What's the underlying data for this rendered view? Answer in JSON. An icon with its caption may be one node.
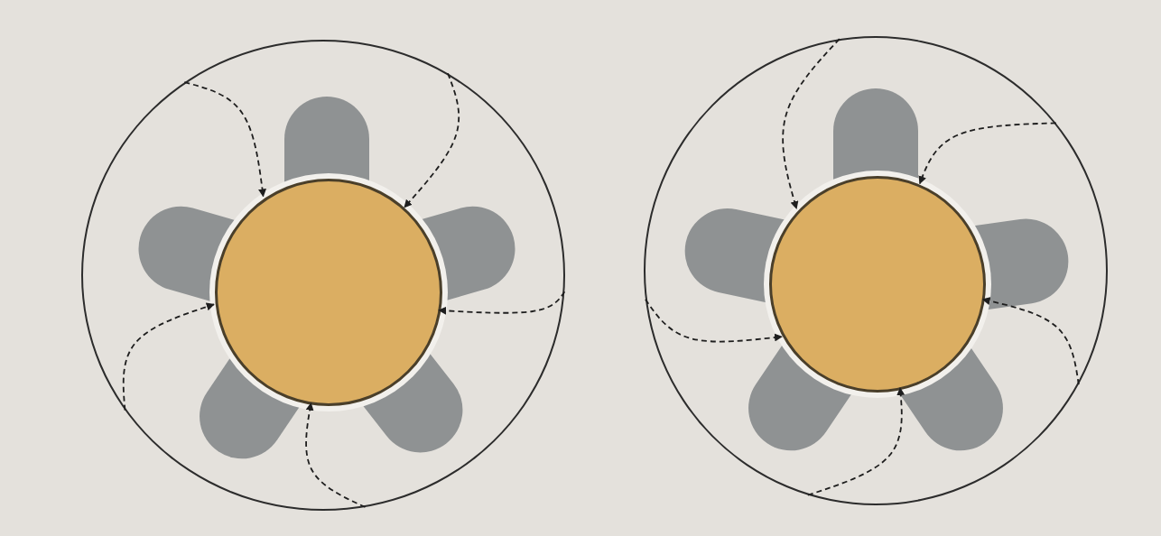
{
  "diagram": {
    "nodes": [
      {
        "text": [],
        "shape": "circle"
      },
      {
        "text": [],
        "shape": "circle",
        "in": 0
      },
      {
        "text": [],
        "shape": "circle"
      },
      {
        "text": [],
        "shape": "circle",
        "in": 2
      }
    ],
    "edges": [
      {
        "from": 0,
        "to": 1,
        "arrow": "to",
        "style": "dashed"
      },
      {
        "from": 0,
        "to": 1,
        "arrow": "to",
        "style": "dashed"
      },
      {
        "from": 0,
        "to": 1,
        "arrow": "to",
        "style": "dashed"
      },
      {
        "from": 0,
        "to": 1,
        "arrow": "to",
        "style": "dashed"
      },
      {
        "from": 0,
        "to": 1,
        "arrow": "to",
        "style": "dashed"
      },
      {
        "from": 2,
        "to": 3,
        "arrow": "to",
        "style": "dashed"
      },
      {
        "from": 2,
        "to": 3,
        "arrow": "to",
        "style": "dashed"
      },
      {
        "from": 2,
        "to": 3,
        "arrow": "to",
        "style": "dashed"
      },
      {
        "from": 2,
        "to": 3,
        "arrow": "to",
        "style": "dashed"
      },
      {
        "from": 2,
        "to": 3,
        "arrow": "to",
        "style": "dashed"
      }
    ]
  }
}
